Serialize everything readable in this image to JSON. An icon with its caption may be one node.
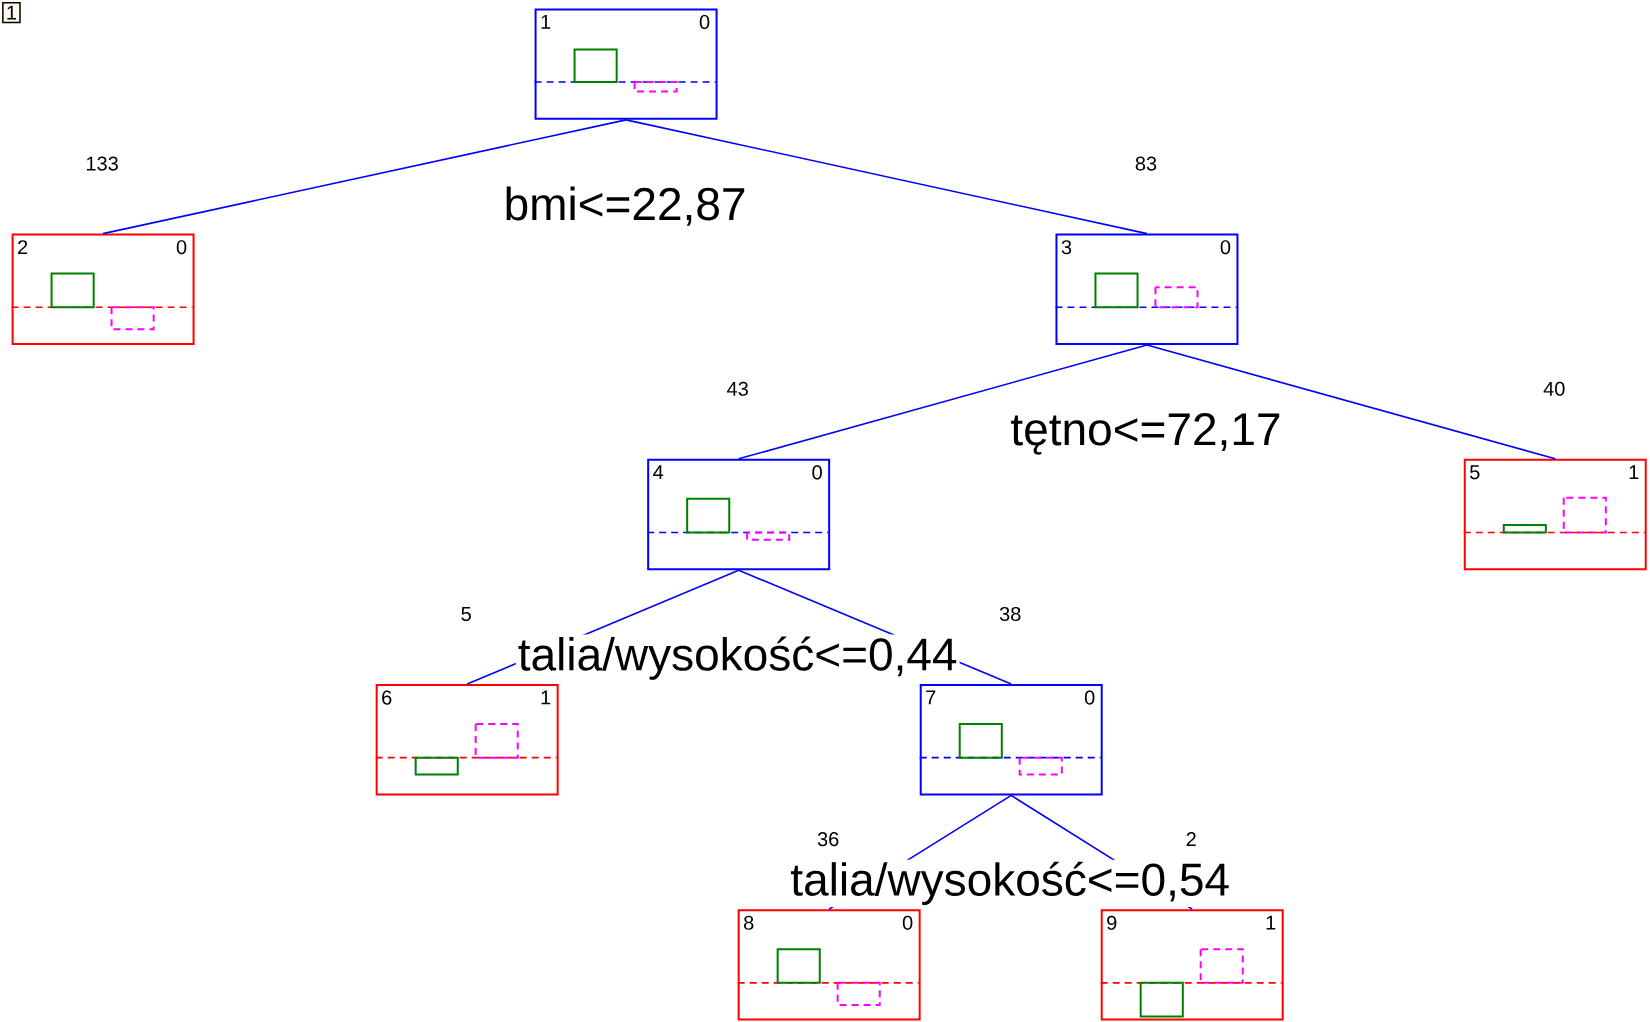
{
  "diagram": {
    "nodes": [
      {
        "text": [
          "1",
          "0"
        ]
      },
      {
        "text": [
          "2",
          "0"
        ],
        "beside": [
          "133"
        ]
      },
      {
        "text": [
          "3",
          "0"
        ],
        "beside": [
          "83"
        ]
      },
      {
        "text": [
          "4",
          "0"
        ],
        "beside": [
          "43"
        ]
      },
      {
        "text": [
          "5",
          "1"
        ],
        "beside": [
          "40"
        ]
      },
      {
        "text": [
          "6",
          "1"
        ],
        "beside": [
          "5"
        ]
      },
      {
        "text": [
          "7",
          "0"
        ],
        "beside": [
          "38"
        ]
      },
      {
        "text": [
          "8",
          "0"
        ],
        "beside": [
          "36"
        ]
      },
      {
        "text": [
          "9",
          "1"
        ],
        "beside": [
          "2"
        ]
      }
    ],
    "edges": [
      {
        "from": 0,
        "to": 1,
        "arrow": "none"
      },
      {
        "from": 0,
        "to": 2,
        "arrow": "none"
      },
      {
        "from": 2,
        "to": 3,
        "arrow": "none"
      },
      {
        "from": 2,
        "to": 4,
        "arrow": "none"
      },
      {
        "from": 3,
        "to": 5,
        "arrow": "none"
      },
      {
        "from": 3,
        "to": 6,
        "arrow": "none"
      },
      {
        "from": 6,
        "to": 7,
        "arrow": "none"
      },
      {
        "from": 6,
        "to": 8,
        "arrow": "none"
      }
    ],
    "labels": [
      "1",
      "bmi<=22,87",
      "tętno<=72,17",
      "talia/wysokość<=0,44",
      "talia/wysokość<=0,54"
    ]
  }
}
